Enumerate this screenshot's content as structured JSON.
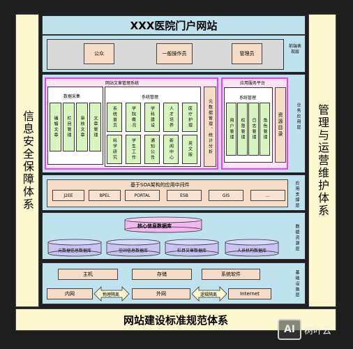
{
  "title": "XXX医院门户网站",
  "left_side": "信息安全保障体系",
  "right_side": "管理与运营维护体系",
  "bottom_banner": "网站建设标准规范体系",
  "watermark": "树叶云",
  "layers": {
    "presentation": {
      "label": "前端表现层",
      "items": [
        "公众",
        "一般操作员",
        "管理员"
      ]
    },
    "business": {
      "label": "业务应用层",
      "cms": {
        "title": "网站文章管理系统",
        "data_collection": {
          "title": "数据采集",
          "items": [
            "编辑文章",
            "栏目管理",
            "审核文章",
            "文章管理"
          ]
        },
        "system_mgmt": {
          "title": "系统管理",
          "items": [
            "系统首页",
            "学院概况",
            "学科建设",
            "人才培养",
            "医疗护理",
            "科学研究",
            "学生工作",
            "通知公告",
            "新闻中心",
            "英文版"
          ]
        },
        "stats": "元数据管理、统计分析"
      },
      "app_service": {
        "title": "应用服务平台",
        "sys_title": "系统管理",
        "items": [
          "用户管理",
          "权限管理",
          "日志管理",
          "角色管理"
        ],
        "resource": "资源目录"
      }
    },
    "support": {
      "label": "应用支撑层",
      "title": "基于SOA架构的应用中间件",
      "items": [
        "J2EE",
        "BPEL",
        "PORTAL",
        "ESB",
        "GIS",
        "..."
      ]
    },
    "resource": {
      "label": "数据资源层",
      "core": "核心信息数据库",
      "dbs": [
        "元数据信息数据库",
        "空间信息数据库",
        "栏目文章数据库",
        "人员机构数据库"
      ]
    },
    "infrastructure": {
      "label": "基础设施层",
      "row1": [
        "主机",
        "存储",
        "系统软件"
      ],
      "row2": [
        "内网",
        "外网",
        "Internet"
      ],
      "arrow1": "物理隔离",
      "arrow2": "逻辑隔离"
    }
  },
  "colors": {
    "frame": "#1f1f1f",
    "layer": "#bfe3ee",
    "side": "#fbf8d0",
    "peach": "#f6dcc6",
    "green": "#d9f5bf",
    "pink": "#ff33ff",
    "db": "#c9c4f2"
  }
}
